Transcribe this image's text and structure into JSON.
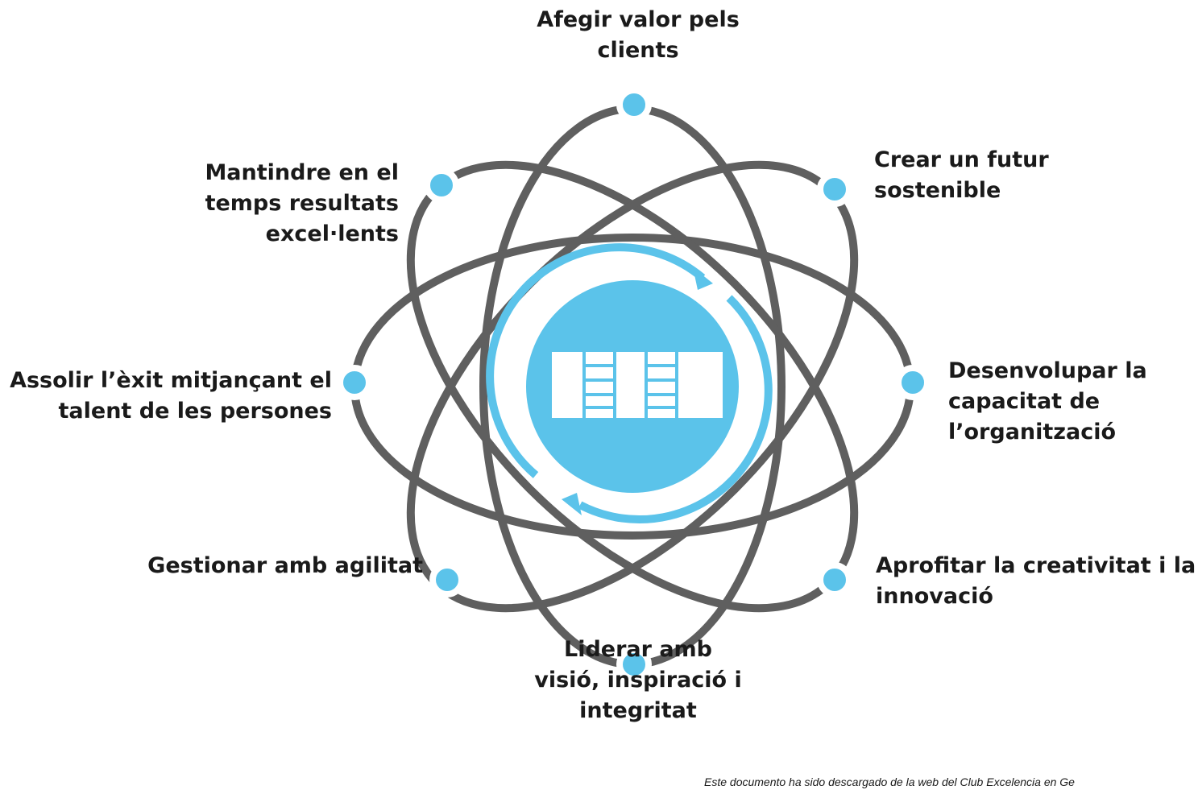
{
  "colors": {
    "orbit": "#5f5f5f",
    "accent": "#5bc3ea",
    "text": "#1a1a1a",
    "background": "#ffffff"
  },
  "center": {
    "icon": "efqm-logo-icon",
    "arrows": "cycle-arrows-icon"
  },
  "labels": {
    "top": "Afegir valor pels\nclients",
    "top_right": "Crear un futur\nsostenible",
    "right": "Desenvolupar la\ncapacitat de\nl’organització",
    "bottom_right": "Aprofitar la creativitat i la\ninnovació",
    "bottom": "Liderar amb\nvisió, inspiració i\nintegritat",
    "bottom_left": "Gestionar amb agilitat",
    "left": "Assolir l’èxit mitjançant el\ntalent de les persones",
    "top_left": "Mantindre en el\ntemps resultats\nexcel·lents"
  },
  "footer": {
    "note": "Este documento ha sido descargado de la web del Club Excelencia en Ge"
  }
}
